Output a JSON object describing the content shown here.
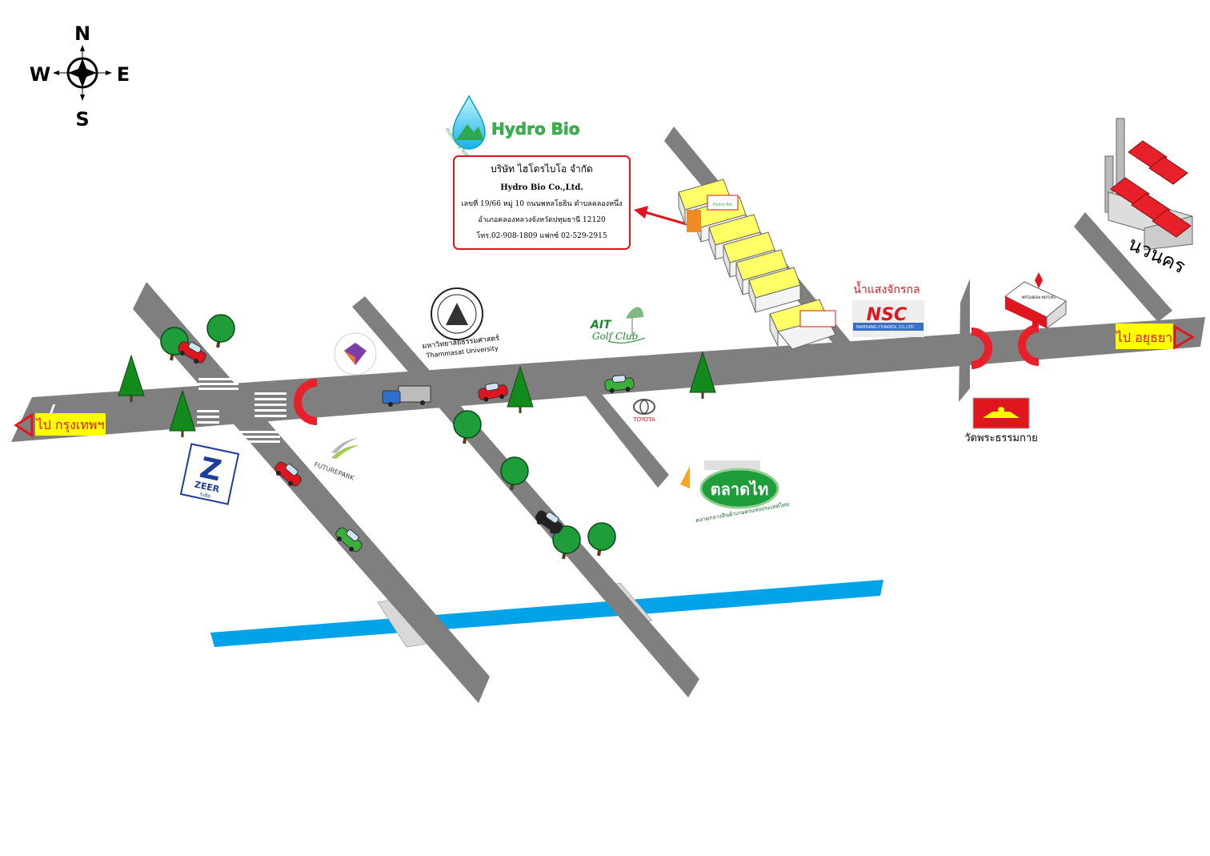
{
  "compass": {
    "n": "N",
    "s": "S",
    "e": "E",
    "w": "W"
  },
  "brand": {
    "name": "Hydro Bio",
    "tagline": "Protecting Nature"
  },
  "address": {
    "company_th": "บริษัท ไฮโดรไบโอ จำกัด",
    "company_en": "Hydro Bio Co.,Ltd.",
    "line1": "เลขที่ 19/66 หมู่ 10 ถนนพหลโยธิน ตำบลคลองหนึ่ง",
    "line2": "อำเภอคลองหลวงจังหวัดปทุมธานี 12120",
    "line3": "โทร.02-908-1809 แฟกซ์ 02-529-2915"
  },
  "signs": {
    "west": "ไป กรุงเทพฯ",
    "east": "ไป อยุธยา"
  },
  "landmarks": {
    "thammasat_th": "มหาวิทยาลัยธรรมศาสตร์",
    "thammasat_en": "Thammasat University",
    "ait1": "AIT",
    "ait2": "Golf Club",
    "nsc_th": "น้ำแสงจักรกล",
    "nsc_logo": "NSC",
    "nsc_sub": "NAMSANG CHAKKOL CO.,LTD",
    "navanakorn": "นวนคร",
    "mitsubishi": "MITSUBISHI MOTORS",
    "toyota": "TOYOTA",
    "wat": "วัดพระธรรมกาย",
    "future_park": "FUTUREPARK",
    "zeer1": "ZEER",
    "zeer2": "รังสิต",
    "talad_thai": "ตลาดไท",
    "talad_thai_sub": "ตลาดกลางสินค้าเกษตรแห่งประเทศไทย",
    "hydro_small": "Hydro Bio"
  },
  "colors": {
    "road": "#7f7f7f",
    "river": "#00a2e8",
    "accent": "#e0161e",
    "sign_bg": "#ffff00",
    "tree_round": "#1f9d3a",
    "tree_pine": "#138a1c",
    "warehouse_roof": "#ffff66",
    "factory_roof": "#e8202a"
  }
}
